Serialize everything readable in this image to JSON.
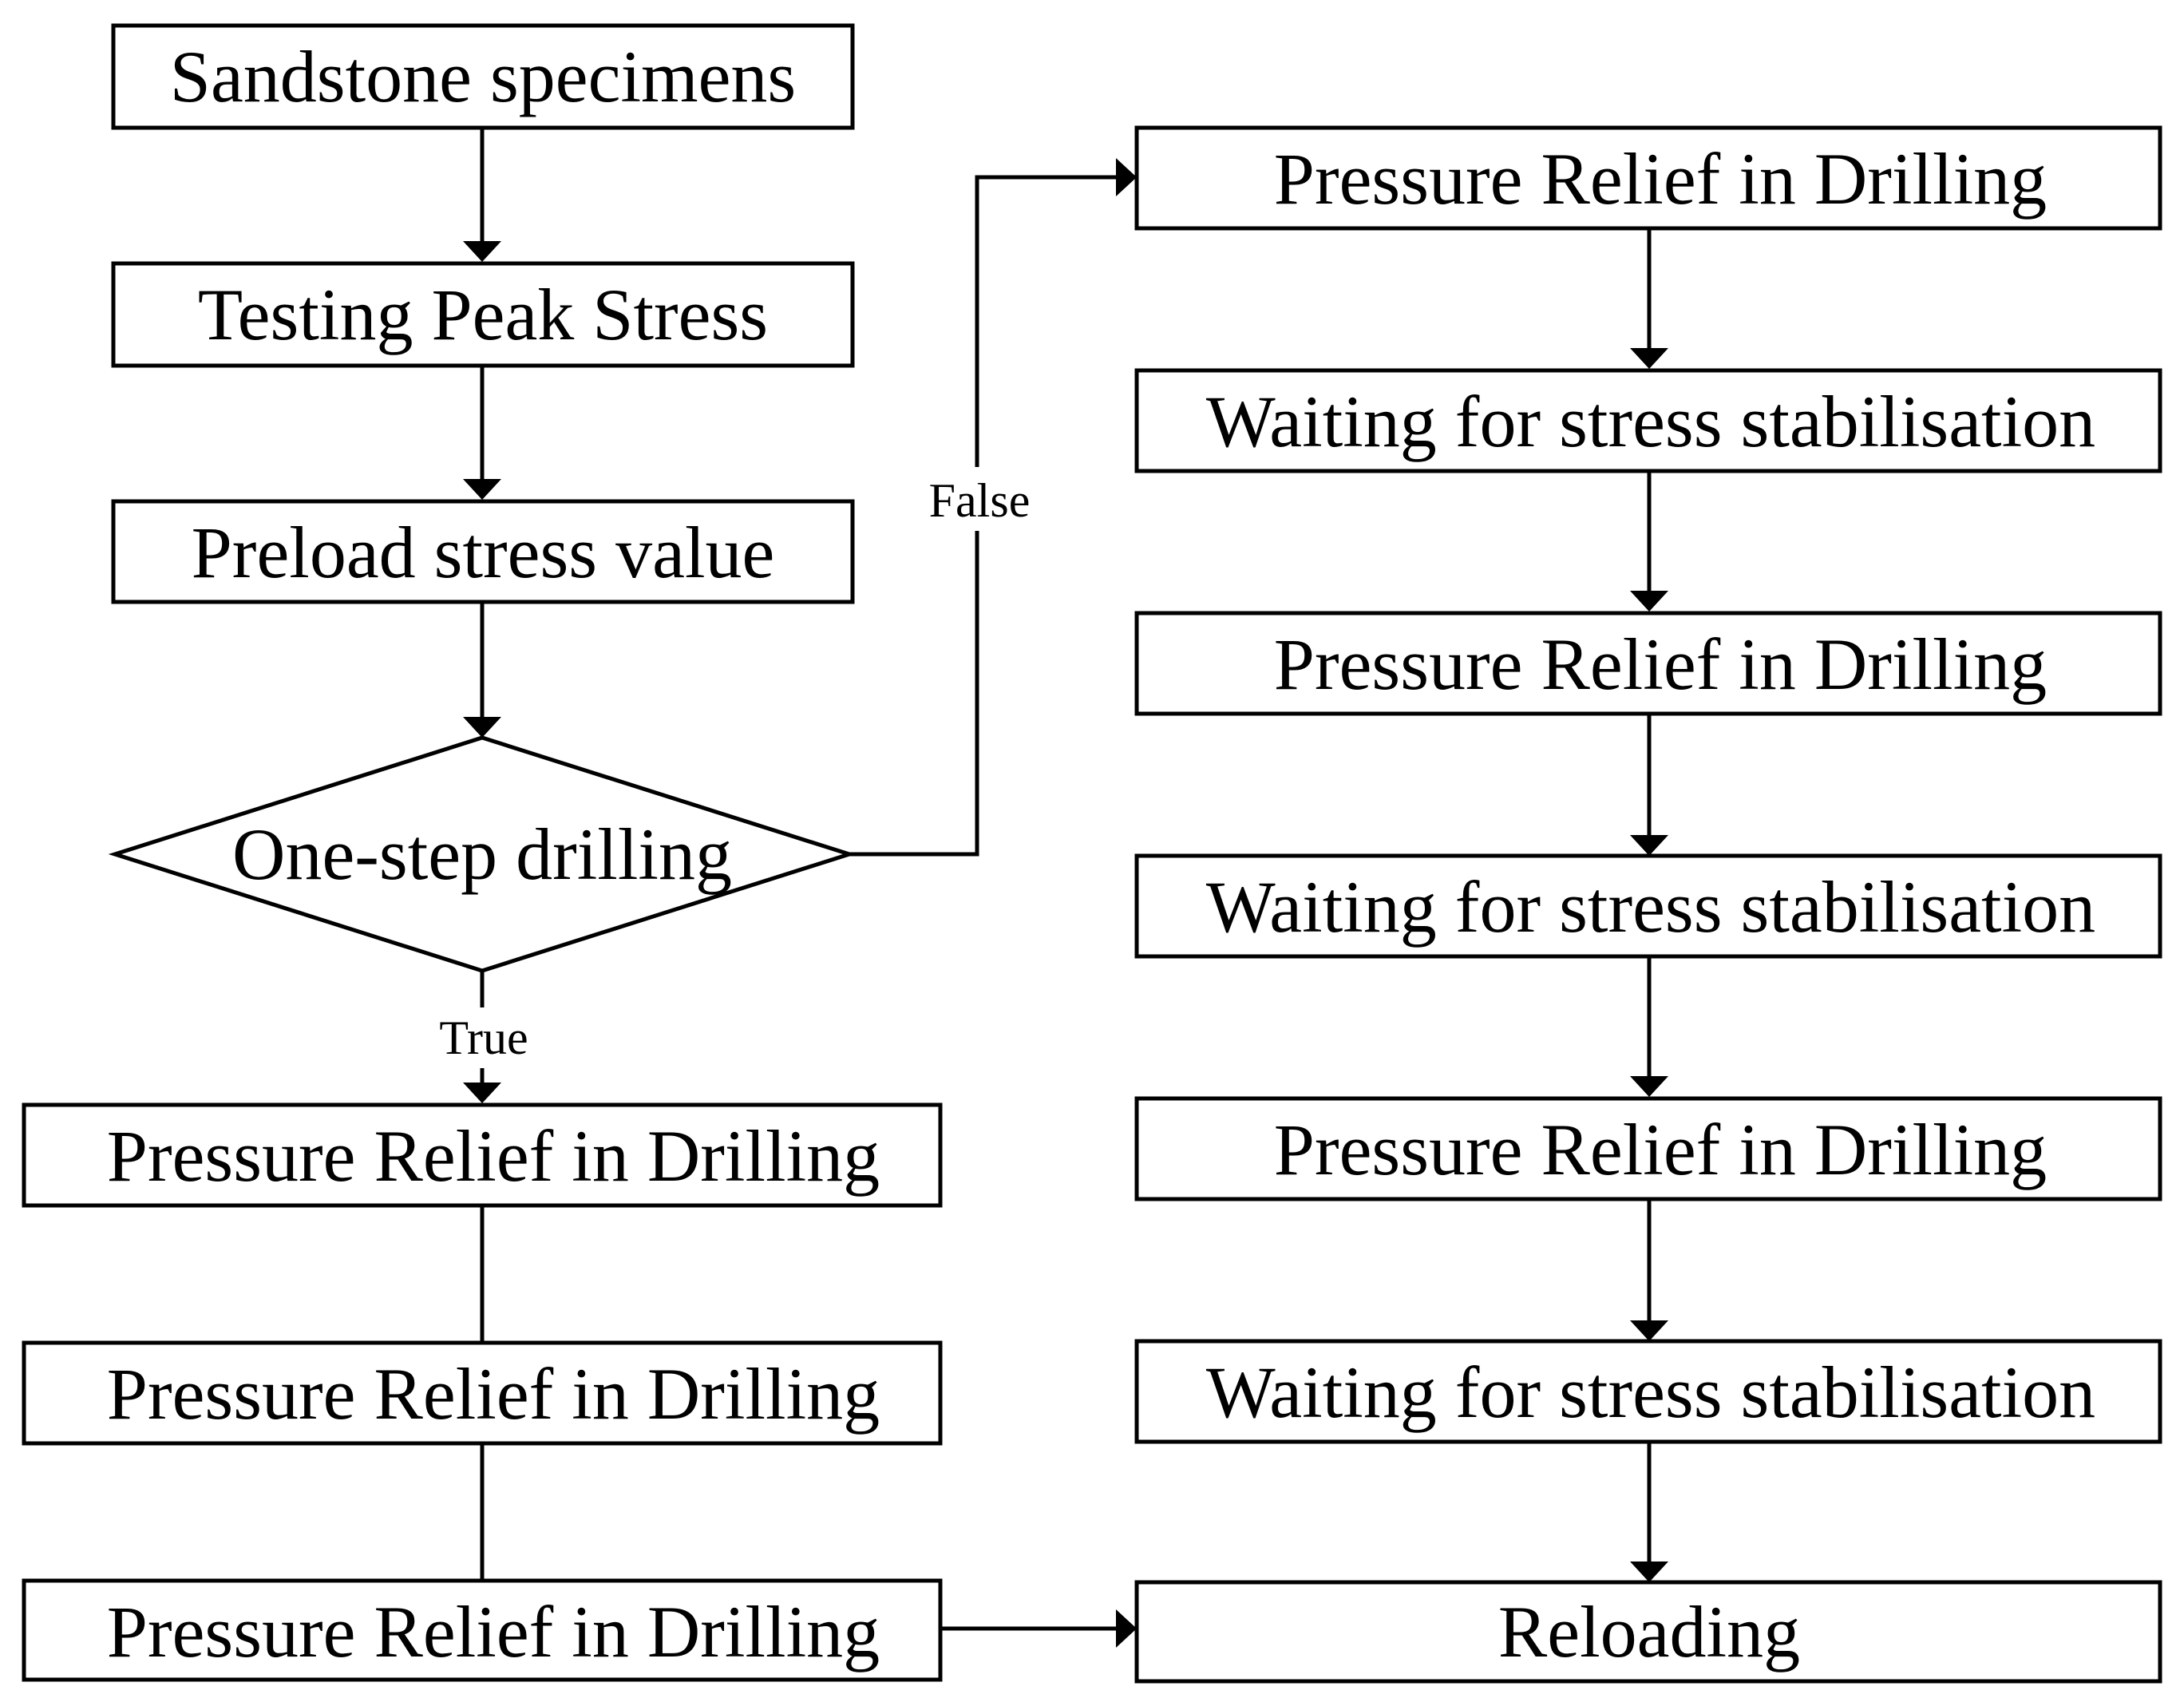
{
  "nodes": {
    "sandstone_specimens": "Sandstone specimens",
    "testing_peak_stress": "Testing Peak Stress",
    "preload_stress_value": "Preload stress value",
    "one_step_drilling": "One-step drilling",
    "left_relief_1": "Pressure Relief in Drilling",
    "left_relief_2": "Pressure Relief in Drilling",
    "left_relief_3": "Pressure Relief in Drilling",
    "right_relief_1": "Pressure Relief in Drilling",
    "right_wait_1": "Waiting for stress stabilisation",
    "right_relief_2": "Pressure Relief in Drilling",
    "right_wait_2": "Waiting for stress stabilisation",
    "right_relief_3": "Pressure Relief in Drilling",
    "right_wait_3": "Waiting for stress stabilisation",
    "reloading": "Reloading"
  },
  "edges": {
    "false_label": "False",
    "true_label": "True"
  }
}
